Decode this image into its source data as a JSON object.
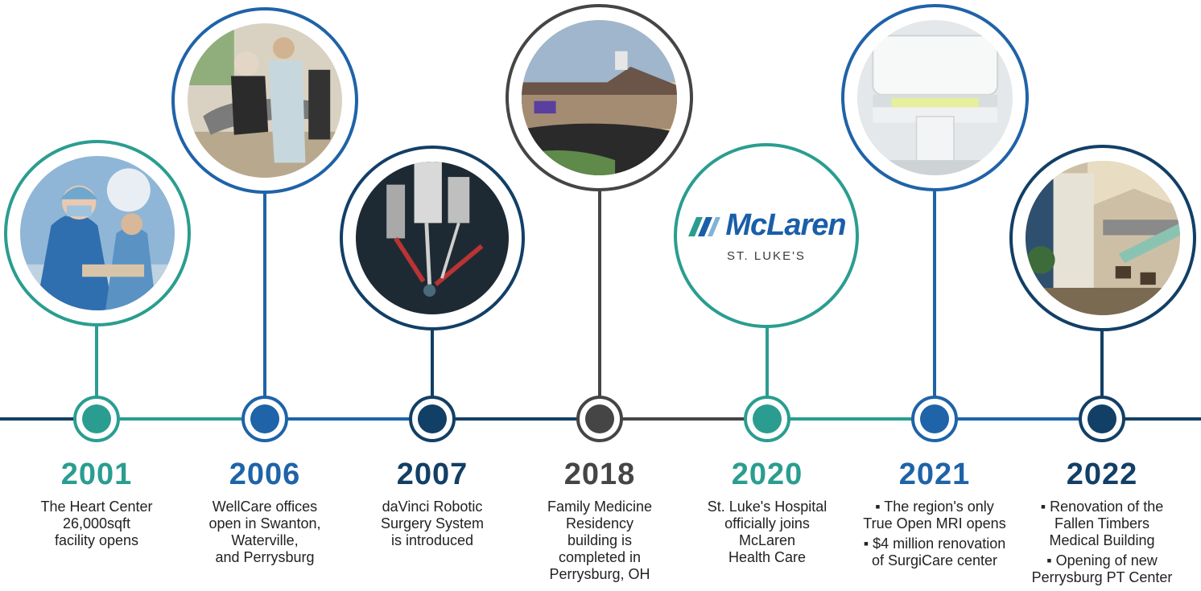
{
  "colors": {
    "teal": "#2a9d90",
    "blue": "#1f63a8",
    "navy": "#123f66",
    "gray": "#454545",
    "text": "#222222"
  },
  "logo": {
    "word": "McLaren",
    "sub": "ST. LUKE'S",
    "icon": "mclaren-mark-icon"
  },
  "milestones": [
    {
      "year": "2001",
      "image": "surgeons-operating-photo",
      "lines": [
        "The Heart Center",
        "26,000sqft",
        "facility opens"
      ]
    },
    {
      "year": "2006",
      "image": "physical-therapy-photo",
      "lines": [
        "WellCare offices",
        "open in Swanton,",
        "Waterville,",
        "and Perrysburg"
      ]
    },
    {
      "year": "2007",
      "image": "robotic-surgery-photo",
      "lines": [
        "daVinci Robotic",
        "Surgery System",
        "is introduced"
      ]
    },
    {
      "year": "2018",
      "image": "residency-building-photo",
      "lines": [
        "Family Medicine",
        "Residency",
        "building is",
        "completed in",
        "Perrysburg, OH"
      ]
    },
    {
      "year": "2020",
      "image": "mclaren-logo",
      "lines": [
        "St. Luke's Hospital",
        "officially joins",
        "McLaren",
        "Health Care"
      ]
    },
    {
      "year": "2021",
      "image": "mri-machine-photo",
      "lines": [
        "▪ The region's only",
        "True Open MRI opens",
        "▪ $4 million renovation",
        "of SurgiCare center"
      ]
    },
    {
      "year": "2022",
      "image": "medical-building-interior-photo",
      "lines": [
        "▪ Renovation of the",
        "Fallen Timbers",
        "Medical Building",
        "▪ Opening of new",
        "Perrysburg PT Center"
      ]
    }
  ]
}
